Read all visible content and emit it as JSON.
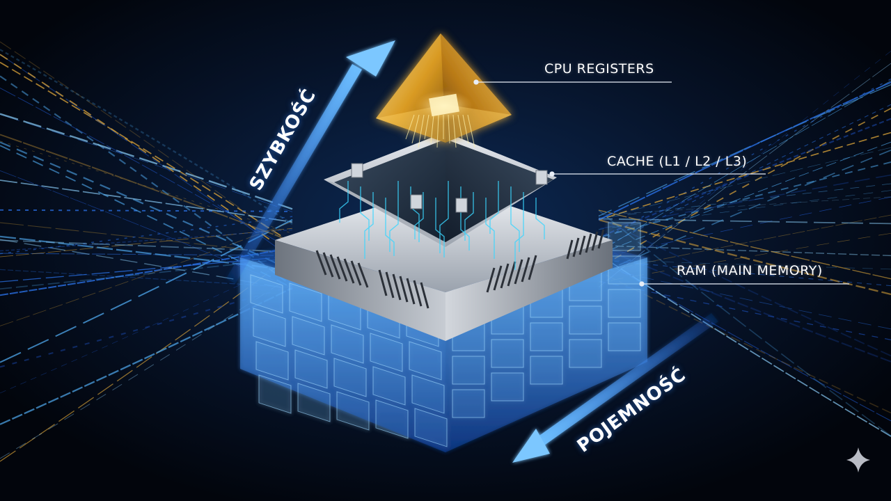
{
  "levels": [
    {
      "id": "registers",
      "label": "CPU REGISTERS"
    },
    {
      "id": "cache",
      "label": "CACHE (L1 / L2 / L3)"
    },
    {
      "id": "ram",
      "label": "RAM (MAIN MEMORY)"
    }
  ],
  "axes": {
    "speed": "SZYBKOŚĆ",
    "capacity": "POJEMNOŚĆ"
  },
  "colors": {
    "background": "#040914",
    "registers_gold": "#f5c04a",
    "cache_silver": "#c9ced6",
    "ram_blue": "#3b8cff",
    "arrow_blue": "#4aa3ff"
  },
  "icons": {
    "corner": "sparkle-icon"
  }
}
